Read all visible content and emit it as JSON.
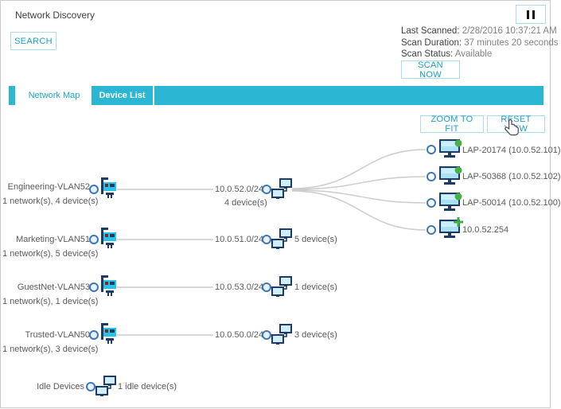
{
  "window": {
    "title": "Network Discovery"
  },
  "header": {
    "search_button": "SEARCH",
    "pause_icon": "pause",
    "scan_info": {
      "last_scanned_label": "Last Scanned:",
      "last_scanned_value": "2/28/2016 10:37:21 AM",
      "scan_duration_label": "Scan Duration:",
      "scan_duration_value": "37 minutes 20 seconds",
      "scan_status_label": "Scan Status:",
      "scan_status_value": "Available"
    },
    "scan_now_button": "SCAN NOW"
  },
  "tabs": {
    "network_map": "Network Map",
    "device_list": "Device List",
    "active_tab": "Network Map"
  },
  "map_toolbar": {
    "zoom_to_fit_button": "ZOOM TO FIT",
    "reset_view_button": "RESET VIEW"
  },
  "network_map": {
    "vlans": [
      {
        "name": "Engineering-VLAN52",
        "summary": "1 network(s), 4 device(s)",
        "subnet": "10.0.52.0/24",
        "device_count": "4 device(s)",
        "expanded": true
      },
      {
        "name": "Marketing-VLAN51",
        "summary": "1 network(s), 5 device(s)",
        "subnet": "10.0.51.0/24",
        "device_count": "5 device(s)",
        "expanded": false
      },
      {
        "name": "GuestNet-VLAN53",
        "summary": "1 network(s), 1 device(s)",
        "subnet": "10.0.53.0/24",
        "device_count": "1 device(s)",
        "expanded": false
      },
      {
        "name": "Trusted-VLAN50",
        "summary": "1 network(s), 3 device(s)",
        "subnet": "10.0.50.0/24",
        "device_count": "3 device(s)",
        "expanded": false
      }
    ],
    "devices": [
      {
        "label": "LAP-20174 (10.0.52.101)",
        "status": "online"
      },
      {
        "label": "LAP-50368 (10.0.52.102)",
        "status": "online"
      },
      {
        "label": "LAP-50014 (10.0.52.100)",
        "status": "online"
      },
      {
        "label": "10.0.52.254",
        "status": "new"
      }
    ],
    "idle_devices": {
      "name": "Idle Devices",
      "count": "1 idle device(s)"
    }
  },
  "colors": {
    "accent_teal": "#2bb7d4",
    "accent_text": "#179fc4",
    "button_border": "#a9dded",
    "status_green": "#46b049",
    "node_ring_blue": "#3a78b8",
    "wire_gray": "#cccccc",
    "icon_navy": "#1e3a66",
    "screen_blue": "#a9e1f5"
  }
}
